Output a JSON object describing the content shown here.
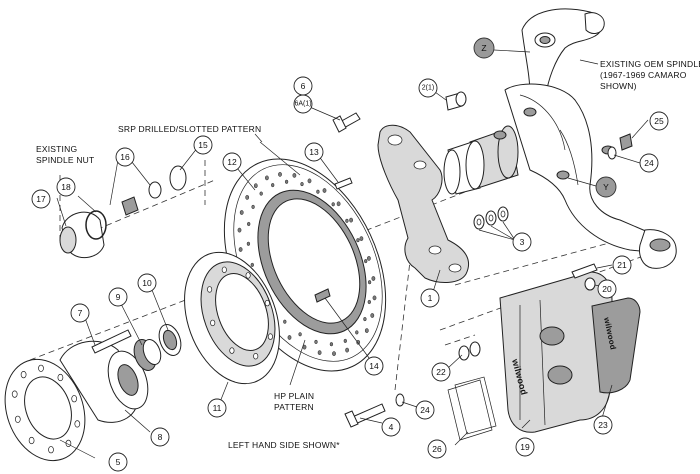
{
  "labels": {
    "existing_oem_spindle": [
      "EXISTING OEM SPINDLE*",
      "(1967-1969 CAMARO",
      "SHOWN)"
    ],
    "srp_pattern": "SRP DRILLED/SLOTTED PATTERN",
    "existing_spindle_nut": [
      "EXISTING",
      "SPINDLE NUT"
    ],
    "hp_plain_pattern": [
      "HP PLAIN",
      "PATTERN"
    ],
    "left_hand_side": "LEFT HAND SIDE SHOWN*",
    "caliper_brand": "wilwood"
  },
  "callouts": {
    "z": "Z",
    "y": "Y",
    "c1": "1",
    "c2": "2(1)",
    "c3": "3",
    "c4": "4",
    "c5": "5",
    "c6": "6",
    "c6a": "6A(1)",
    "c7": "7",
    "c8": "8",
    "c9": "9",
    "c10": "10",
    "c11": "11",
    "c12": "12",
    "c13": "13",
    "c14": "14",
    "c15": "15",
    "c16": "16",
    "c17": "17",
    "c18": "18",
    "c19": "19",
    "c20": "20",
    "c21": "21",
    "c22": "22",
    "c23": "23",
    "c24a": "24",
    "c24b": "24",
    "c25": "25",
    "c26": "26"
  }
}
